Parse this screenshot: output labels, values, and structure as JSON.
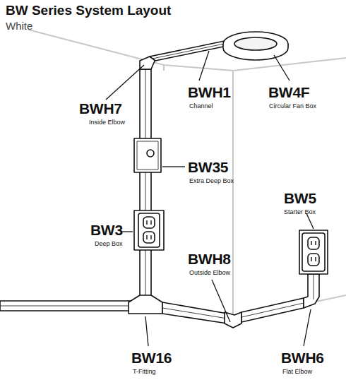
{
  "diagram": {
    "title": "BW Series System Layout",
    "labels": [
      "White",
      "BWH7",
      "Inside Elbow",
      "BWH1",
      "Channel",
      "BW4F",
      "Circular Fan Box",
      "BW35",
      "Extra Deep Box",
      "BW3",
      "Deep Box",
      "BW5",
      "Starter Box",
      "BWH8",
      "Outside Elbow",
      "BW16",
      "T-Fitting",
      "BWH6",
      "Flat Elbow"
    ]
  }
}
